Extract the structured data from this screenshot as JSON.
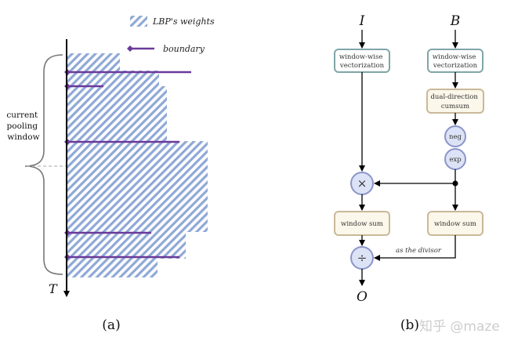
{
  "panel_a": {
    "legend": {
      "weights_label": "LBP's weights",
      "boundary_label": "boundary"
    },
    "window_label": [
      "current",
      "pooling",
      "window"
    ],
    "axis_label": "T",
    "caption": "(a)",
    "colors": {
      "hatch": "#8fa9d6",
      "boundary": "#6a3a9a",
      "axis": "#000000"
    }
  },
  "panel_b": {
    "inputs": {
      "i": "I",
      "b": "B"
    },
    "output": "O",
    "boxes": {
      "vec_left": [
        "window-wise",
        "vectorization"
      ],
      "vec_right": [
        "window-wise",
        "vectorization"
      ],
      "cumsum": [
        "dual-direction",
        "cumsum"
      ],
      "neg": "neg",
      "exp": "exp",
      "sum_left": "window sum",
      "sum_right": "window sum"
    },
    "ops": {
      "mul": "×",
      "div": "÷"
    },
    "divisor_label": "as the divisor",
    "caption": "(b)",
    "colors": {
      "teal_border": "#7fa6a8",
      "tan_border": "#c9b99a",
      "tan_fill": "#fbf7ea",
      "circle_fill": "#dde3f6",
      "circle_border": "#8b95c9"
    }
  },
  "watermark": "知乎 @maze"
}
